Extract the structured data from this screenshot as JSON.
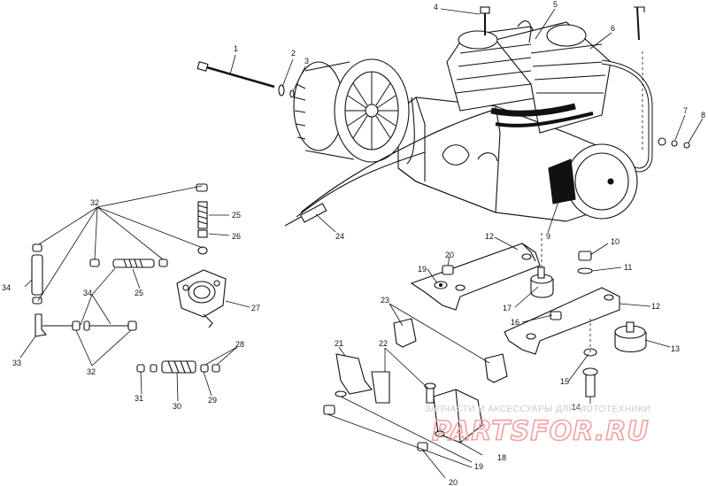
{
  "callouts": {
    "c1": "1",
    "c2": "2",
    "c3": "3",
    "c4": "4",
    "c5": "5",
    "c6": "6",
    "c7": "7",
    "c8": "8",
    "c9": "9",
    "c10": "10",
    "c11": "11",
    "c12a": "12",
    "c12b": "12",
    "c13": "13",
    "c14": "14",
    "c15": "15",
    "c16": "16",
    "c17": "17",
    "c18": "18",
    "c19a": "19",
    "c19b": "19",
    "c20a": "20",
    "c20b": "20",
    "c21": "21",
    "c22": "22",
    "c23": "23",
    "c24": "24",
    "c25a": "25",
    "c25b": "25",
    "c26": "26",
    "c27": "27",
    "c28": "28",
    "c29": "29",
    "c30": "30",
    "c31": "31",
    "c32a": "32",
    "c32b": "32",
    "c33": "33",
    "c34a": "34",
    "c34b": "34"
  },
  "watermark": {
    "caption": "ЗАПЧАСТИ И АКСЕССУАРЫ ДЛЯ МОТОТЕХНИКИ",
    "logo_text": "PARTSFOR.RU"
  },
  "colors": {
    "line": "#111111",
    "watermark_caption": "#c9c9c9",
    "watermark_logo": "#f2a1a1"
  }
}
